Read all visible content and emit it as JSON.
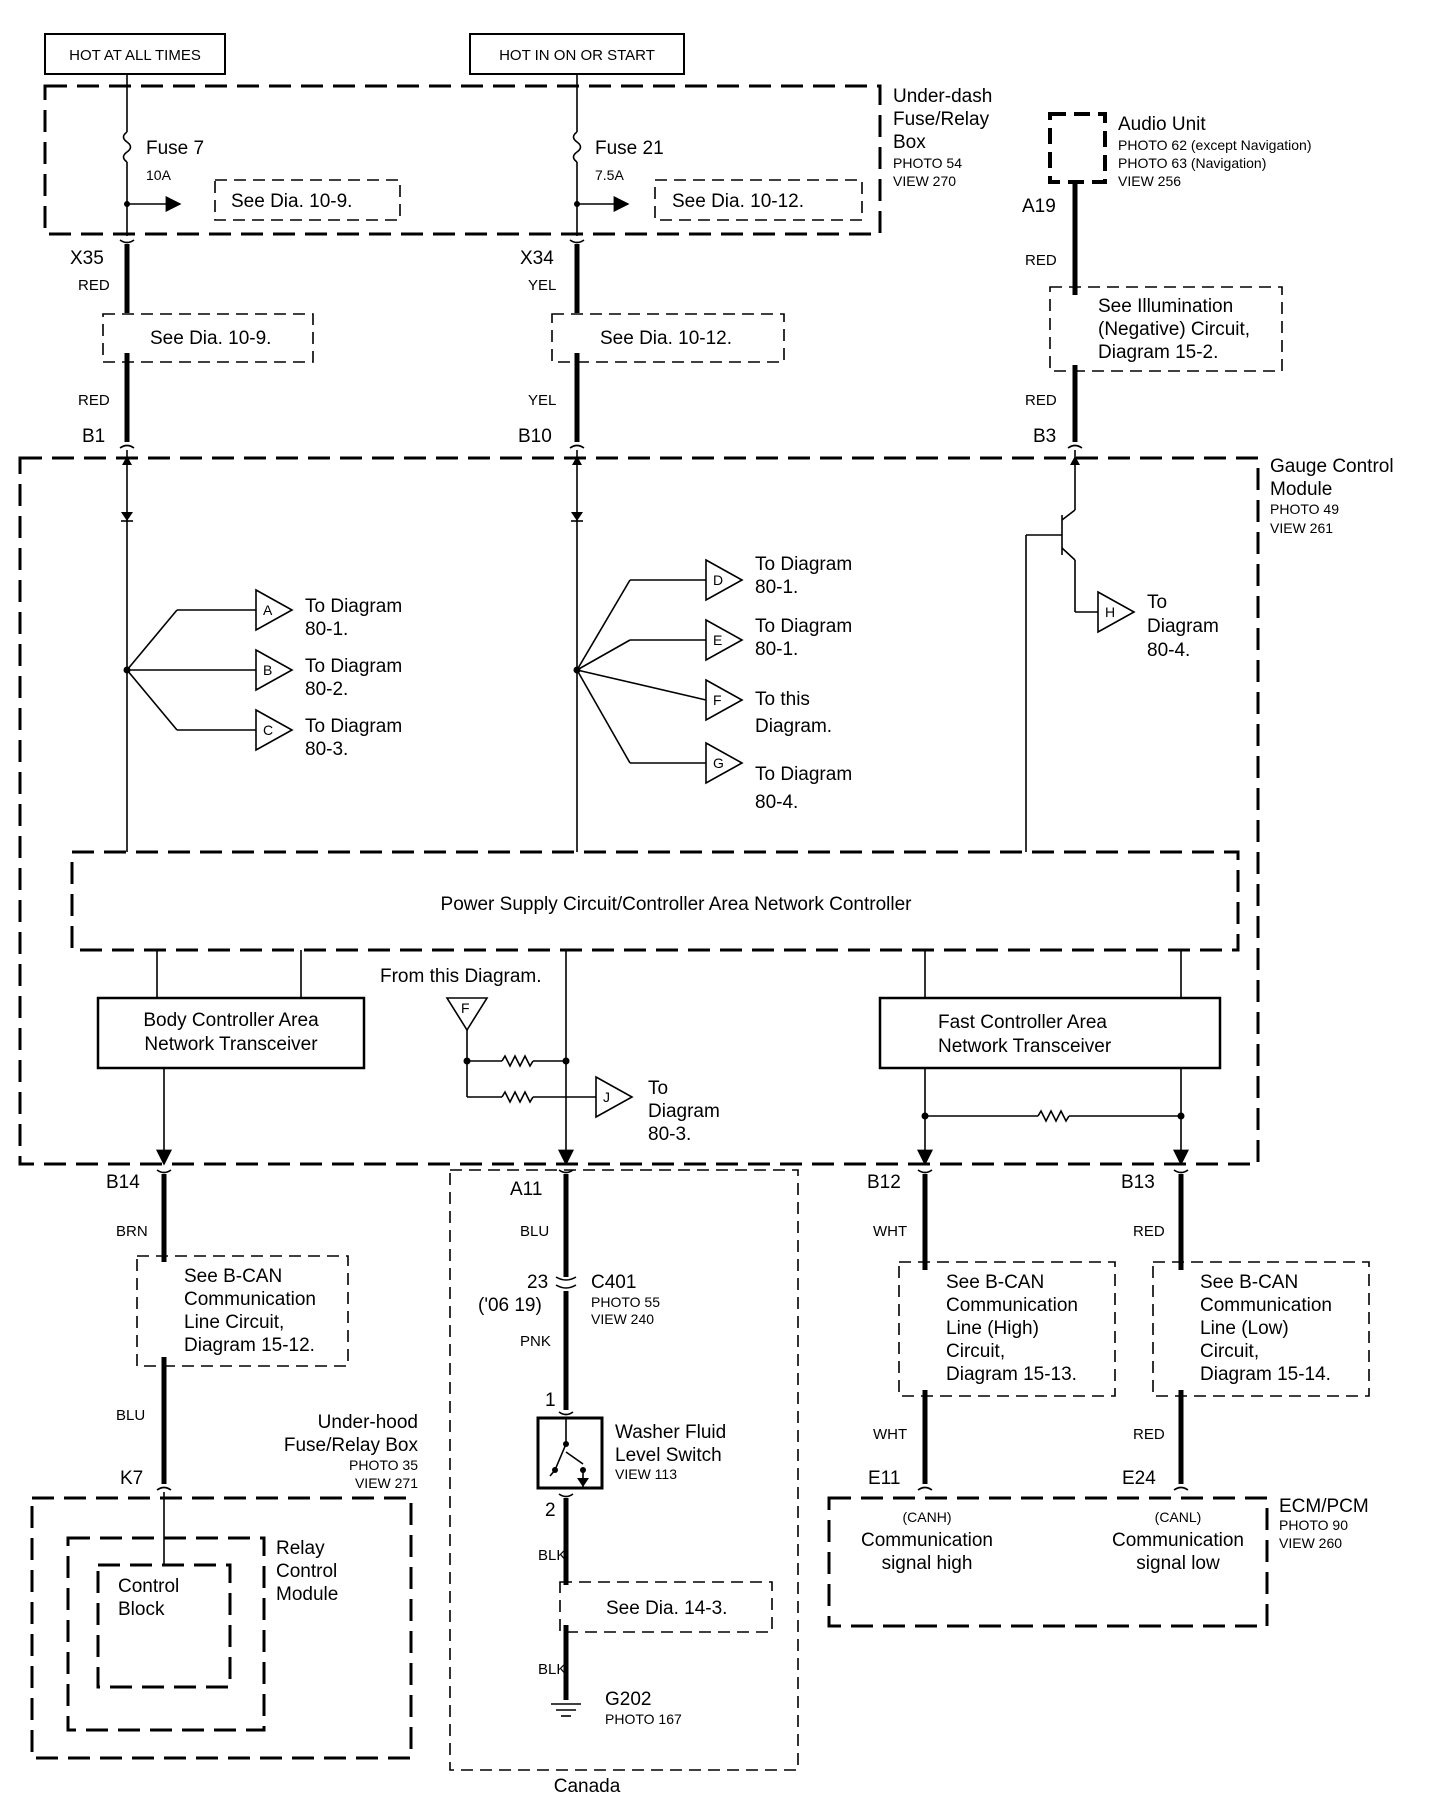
{
  "power_labels": {
    "hot_at_all_times": "HOT AT ALL TIMES",
    "hot_in_on_or_start": "HOT IN ON OR START"
  },
  "underdash_box": {
    "title_lines": [
      "Under-dash",
      "Fuse/Relay",
      "Box"
    ],
    "photo": "PHOTO 54",
    "view": "VIEW 270",
    "fuse7": {
      "name": "Fuse 7",
      "rating": "10A",
      "see": "See Dia. 10-9."
    },
    "fuse21": {
      "name": "Fuse 21",
      "rating": "7.5A",
      "see": "See Dia. 10-12."
    }
  },
  "audio_unit": {
    "title": "Audio Unit",
    "photo_lines": [
      "PHOTO 62 (except Navigation)",
      "PHOTO 63 (Navigation)"
    ],
    "view": "VIEW 256",
    "pin": "A19"
  },
  "wires_top": {
    "x35": {
      "pin": "X35",
      "color_top": "RED",
      "see": "See Dia. 10-9.",
      "color_bottom": "RED",
      "pin_bottom": "B1"
    },
    "x34": {
      "pin": "X34",
      "color_top": "YEL",
      "see": "See Dia. 10-12.",
      "color_bottom": "YEL",
      "pin_bottom": "B10"
    },
    "a19": {
      "color_top": "RED",
      "see_lines": [
        "See Illumination",
        "(Negative) Circuit,",
        "Diagram 15-2."
      ],
      "color_bottom": "RED",
      "pin_bottom": "B3"
    }
  },
  "gcm": {
    "title_lines": [
      "Gauge Control",
      "Module"
    ],
    "photo": "PHOTO 49",
    "view": "VIEW 261",
    "refs": [
      {
        "letter": "A",
        "lines": [
          "To Diagram",
          "80-1."
        ]
      },
      {
        "letter": "B",
        "lines": [
          "To Diagram",
          "80-2."
        ]
      },
      {
        "letter": "C",
        "lines": [
          "To Diagram",
          "80-3."
        ]
      },
      {
        "letter": "D",
        "lines": [
          "To Diagram",
          "80-1."
        ]
      },
      {
        "letter": "E",
        "lines": [
          "To Diagram",
          "80-1."
        ]
      },
      {
        "letter": "F",
        "lines": [
          "To this",
          "Diagram."
        ]
      },
      {
        "letter": "G",
        "lines": [
          "To  Diagram",
          "80-4."
        ]
      },
      {
        "letter": "H",
        "lines": [
          "To",
          "Diagram",
          "80-4."
        ]
      },
      {
        "letter": "J",
        "lines": [
          "To",
          "Diagram",
          "80-3."
        ]
      }
    ],
    "controller": "Power Supply Circuit/Controller Area Network Controller",
    "from_this": "From this Diagram.",
    "from_letter": "F",
    "body_can_lines": [
      "Body Controller Area",
      "Network Transceiver"
    ],
    "fast_can_lines": [
      "Fast Controller Area",
      "Network Transceiver"
    ]
  },
  "bottom_wires": {
    "b14": {
      "pin": "B14",
      "color_top": "BRN",
      "see_lines": [
        "See B-CAN",
        "Communication",
        "Line Circuit,",
        "Diagram 15-12."
      ],
      "color_bottom": "BLU",
      "pin_bottom": "K7"
    },
    "a11": {
      "pin": "A11",
      "color_top": "BLU",
      "conn_pin": "23",
      "conn_year": "('06 19)",
      "conn_name": "C401",
      "conn_photo": "PHOTO 55",
      "conn_view": "VIEW 240",
      "color_mid": "PNK",
      "pin1": "1",
      "pin2": "2",
      "color_low": "BLK",
      "see": "See Dia. 14-3.",
      "color_bottom": "BLK",
      "ground": "G202",
      "ground_photo": "PHOTO 167",
      "region": "Canada"
    },
    "b12": {
      "pin": "B12",
      "color_top": "WHT",
      "see_lines": [
        "See B-CAN",
        "Communication",
        "Line (High)",
        "Circuit,",
        "Diagram 15-13."
      ],
      "color_bottom": "WHT",
      "pin_bottom": "E11"
    },
    "b13": {
      "pin": "B13",
      "color_top": "RED",
      "see_lines": [
        "See B-CAN",
        "Communication",
        "Line (Low)",
        "Circuit,",
        "Diagram 15-14."
      ],
      "color_bottom": "RED",
      "pin_bottom": "E24"
    }
  },
  "washer_switch": {
    "title_lines": [
      "Washer Fluid",
      "Level Switch"
    ],
    "view": "VIEW 113"
  },
  "underhood_box": {
    "title_lines": [
      "Under-hood",
      "Fuse/Relay Box"
    ],
    "photo": "PHOTO 35",
    "view": "VIEW 271",
    "relay_lines": [
      "Relay",
      "Control",
      "Module"
    ],
    "control_lines": [
      "Control",
      "Block"
    ]
  },
  "ecm": {
    "title": "ECM/PCM",
    "photo": "PHOTO 90",
    "view": "VIEW 260",
    "canh": "(CANH)",
    "canh_lines": [
      "Communication",
      "signal high"
    ],
    "canl": "(CANL)",
    "canl_lines": [
      "Communication",
      "signal low"
    ]
  }
}
